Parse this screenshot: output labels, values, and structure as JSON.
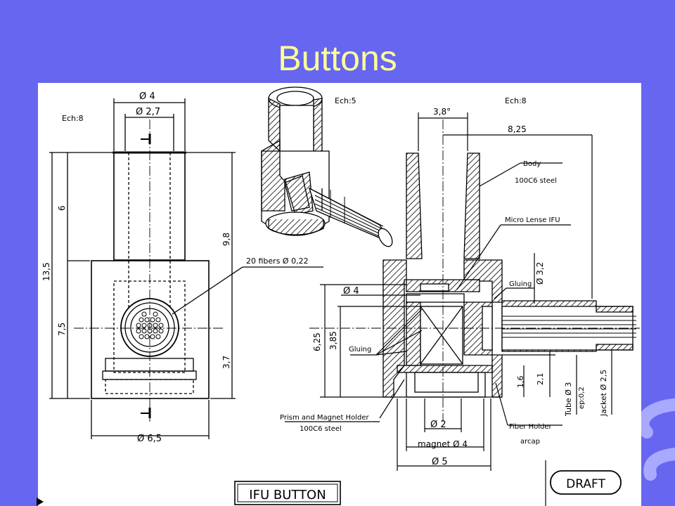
{
  "slide": {
    "title": "Buttons"
  },
  "drawing": {
    "left_view": {
      "scale": "Ech:8",
      "dia_top_outer": "Ø 4",
      "dia_top_inner": "Ø 2,7",
      "dim_6": "6",
      "dim_13_5": "13,5",
      "dim_7_5": "7,5",
      "dim_9_8": "9,8",
      "dim_3_7": "3,7",
      "fibers_note": "20 fibers Ø 0,22",
      "dia_bottom": "Ø 6,5"
    },
    "perspective_view": {
      "scale": "Ech:5"
    },
    "section_view": {
      "scale": "Ech:8",
      "dim_3_8": "3,8°",
      "dim_8_25": "8,25",
      "body_label": "Body",
      "body_material": "100C6 steel",
      "micro_lense": "Micro Lense IFU",
      "gluing_top": "Gluing",
      "dia_3_2": "Ø 3,2",
      "dia_4": "Ø 4",
      "dim_6_25": "6,25",
      "dim_3_85": "3,85",
      "gluing_left": "Gluing",
      "dim_1_6": "1,6",
      "dim_2_1": "2,1",
      "tube": "Tube Ø 3",
      "ep": "ep:0,2",
      "jacket": "Jacket Ø 2,5",
      "prism_label": "Prism and Magnet Holder",
      "prism_material": "100C6 steel",
      "dia_2": "Ø 2",
      "magnet": "magnet Ø 4",
      "dia_5": "Ø 5",
      "fiber_holder": "Fiber Holder",
      "fiber_holder_material": "arcap"
    },
    "title_box": "IFU BUTTON",
    "draft_box": "DRAFT"
  }
}
